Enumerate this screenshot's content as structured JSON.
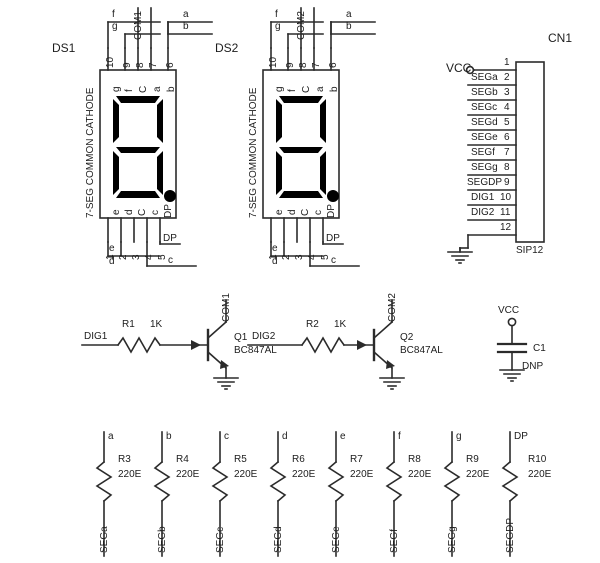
{
  "title": "7-Segment Dual Display Schematic",
  "displays": [
    {
      "ref": "DS1",
      "type_label": "7-SEG COMMON CATHODE",
      "top_pin_numbers": [
        "10",
        "9",
        "8",
        "7",
        "6"
      ],
      "top_inner_labels": [
        "g",
        "f",
        "C",
        "a",
        "b"
      ],
      "top_net_labels": [
        "f",
        "g",
        "COM1",
        "a",
        "b"
      ],
      "bottom_pin_numbers": [
        "1",
        "2",
        "3",
        "4",
        "5"
      ],
      "bottom_inner_labels": [
        "e",
        "d",
        "C",
        "c",
        "DP"
      ],
      "bottom_net_labels": [
        "e",
        "d",
        "DP",
        "c"
      ]
    },
    {
      "ref": "DS2",
      "type_label": "7-SEG COMMON CATHODE",
      "top_pin_numbers": [
        "10",
        "9",
        "8",
        "7",
        "6"
      ],
      "top_inner_labels": [
        "g",
        "f",
        "C",
        "a",
        "b"
      ],
      "top_net_labels": [
        "f",
        "g",
        "COM2",
        "a",
        "b"
      ],
      "bottom_pin_numbers": [
        "1",
        "2",
        "3",
        "4",
        "5"
      ],
      "bottom_inner_labels": [
        "e",
        "d",
        "C",
        "c",
        "DP"
      ],
      "bottom_net_labels": [
        "e",
        "d",
        "DP",
        "c"
      ]
    }
  ],
  "connector": {
    "ref": "CN1",
    "footprint": "SIP12",
    "vcc_label": "VCC",
    "pins": [
      {
        "num": "1",
        "net": ""
      },
      {
        "num": "2",
        "net": "SEGa"
      },
      {
        "num": "3",
        "net": "SEGb"
      },
      {
        "num": "4",
        "net": "SEGc"
      },
      {
        "num": "5",
        "net": "SEGd"
      },
      {
        "num": "6",
        "net": "SEGe"
      },
      {
        "num": "7",
        "net": "SEGf"
      },
      {
        "num": "8",
        "net": "SEGg"
      },
      {
        "num": "9",
        "net": "SEGDP"
      },
      {
        "num": "10",
        "net": "DIG1"
      },
      {
        "num": "11",
        "net": "DIG2"
      },
      {
        "num": "12",
        "net": ""
      }
    ]
  },
  "driver_stage": {
    "channels": [
      {
        "input_net": "DIG1",
        "resistor_ref": "R1",
        "resistor_value": "1K",
        "transistor_ref": "Q1",
        "transistor_part": "BC847AL",
        "collector_net": "COM1"
      },
      {
        "input_net": "DIG2",
        "resistor_ref": "R2",
        "resistor_value": "1K",
        "transistor_ref": "Q2",
        "transistor_part": "BC847AL",
        "collector_net": "COM2"
      }
    ],
    "cap": {
      "ref": "C1",
      "value": "DNP",
      "rail_label": "VCC"
    }
  },
  "series_resistors": [
    {
      "top_net": "a",
      "ref": "R3",
      "value": "220E",
      "bottom_net": "SEGa"
    },
    {
      "top_net": "b",
      "ref": "R4",
      "value": "220E",
      "bottom_net": "SEGb"
    },
    {
      "top_net": "c",
      "ref": "R5",
      "value": "220E",
      "bottom_net": "SEGc"
    },
    {
      "top_net": "d",
      "ref": "R6",
      "value": "220E",
      "bottom_net": "SEGd"
    },
    {
      "top_net": "e",
      "ref": "R7",
      "value": "220E",
      "bottom_net": "SEGe"
    },
    {
      "top_net": "f",
      "ref": "R8",
      "value": "220E",
      "bottom_net": "SEGf"
    },
    {
      "top_net": "g",
      "ref": "R9",
      "value": "220E",
      "bottom_net": "SEGg"
    },
    {
      "top_net": "DP",
      "ref": "R10",
      "value": "220E",
      "bottom_net": "SEGDP"
    }
  ],
  "colors": {
    "wire": "#2b2b2b",
    "segment": "#000000",
    "text": "#1d1d1d",
    "background": "#ffffff"
  }
}
